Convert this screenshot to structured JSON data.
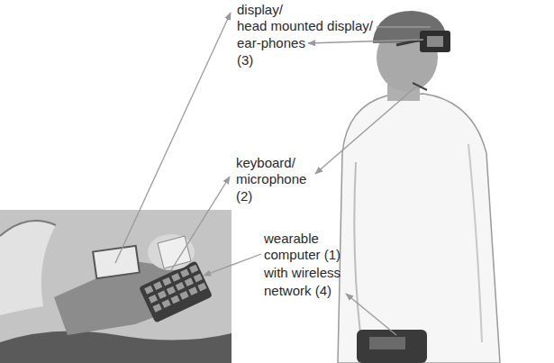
{
  "diagram": {
    "labels": [
      "display/",
      "head mounted display/",
      "ear-phones",
      "(3)",
      "keyboard/",
      "microphone",
      "(2)",
      "wearable",
      "computer (1)",
      "with wireless",
      "network (4)"
    ]
  }
}
